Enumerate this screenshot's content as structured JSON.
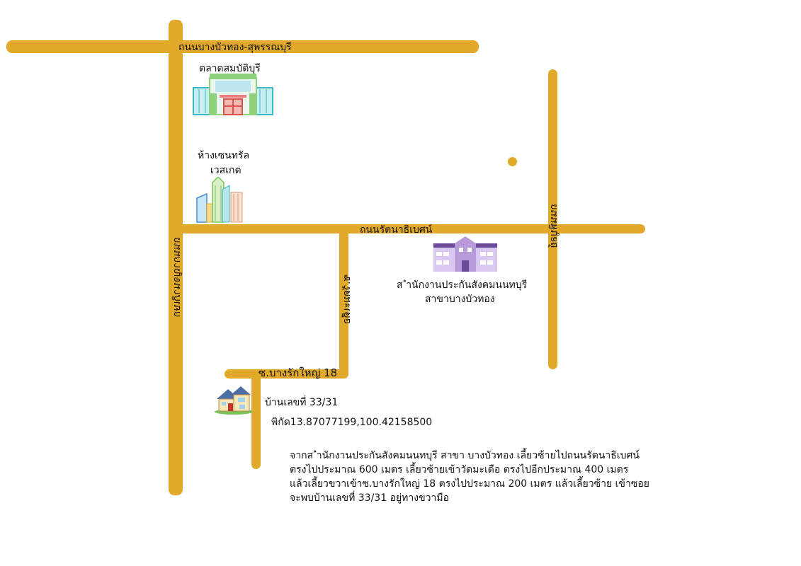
{
  "map": {
    "roads": {
      "top_road": "ถนนบางบัวทอง-สุพรรณบุรี",
      "west_road": "ถนนกาญจนาภิเษก",
      "middle_road": "ถนนรัตนาธิเบศน์",
      "soi_road": "ซ.วัดมะเดือ",
      "east_road": "ถนนพิบูลย์",
      "lane_road": "ซ.บางรักใหญ่ 18"
    },
    "landmarks": {
      "market": {
        "label": "ตลาดสมบัติบุรี",
        "icon": "market-building-icon"
      },
      "mall": {
        "label_line1": "ห้างเซนทรัล",
        "label_line2": "เวสเกต",
        "icon": "city-buildings-icon"
      },
      "office": {
        "label_line1": "ส ำนักงานประกันสังคมนนทบุรี",
        "label_line2": "สาขาบางบัวทอง",
        "icon": "office-building-icon"
      },
      "house": {
        "label": "บ้านเลขที่ 33/31",
        "coords": "พิกัด13.87077199,100.42158500",
        "icon": "house-icon"
      }
    },
    "description": [
      "จากส ำนักงานประกันสังคมนนทบุรี สาขา บางบัวทอง เลี้ยวซ้ายไปถนนรัตนาธิเบศน์",
      "ตรงไปประมาณ 600 เมตร เลี้ยวซ้ายเข้าวัดมะเดือ ตรงไปอีกประมาณ 400 เมตร",
      "แล้วเลี้ยวขวาเข้าซ.บางรักใหญ่ 18 ตรงไปประมาณ 200 เมตร แล้วเลี้ยวซ้าย เข้าซอย",
      "จะพบบ้านเลขที่ 33/31 อยู่ทางขวามือ"
    ],
    "colors": {
      "road": "#E0A92A",
      "office": "#B89AD8",
      "market_green": "#8FD17A"
    }
  }
}
